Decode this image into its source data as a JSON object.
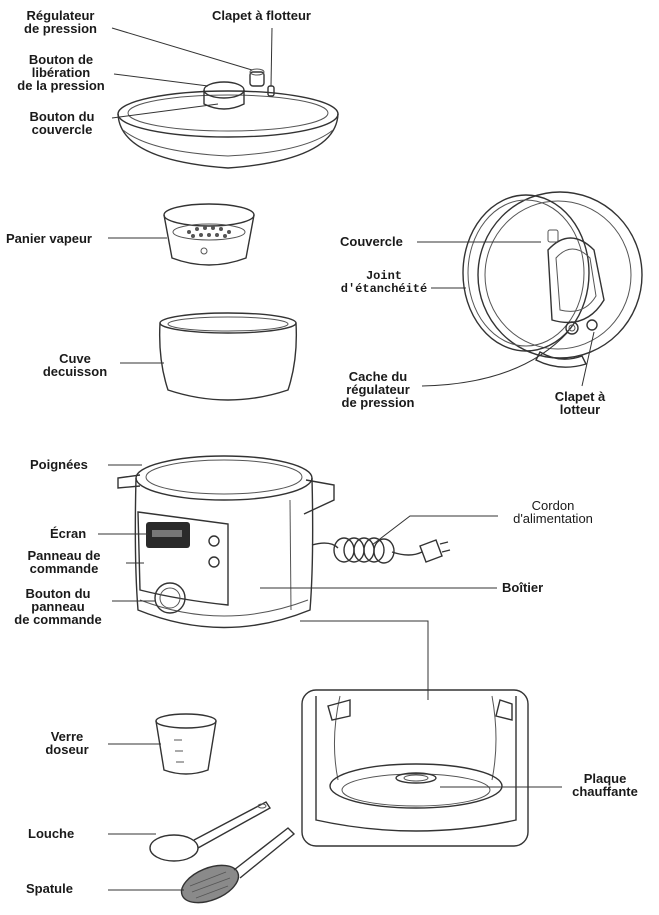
{
  "labels": {
    "regulateur_pression": [
      "Régulateur",
      "de pression"
    ],
    "clapet_flotteur_top": [
      "Clapet à flotteur"
    ],
    "bouton_liberation": [
      "Bouton de",
      "libération",
      "de la pression"
    ],
    "bouton_couvercle": [
      "Bouton du",
      "couvercle"
    ],
    "panier_vapeur": [
      "Panier vapeur"
    ],
    "couvercle": [
      "Couvercle"
    ],
    "joint": [
      "Joint",
      "d'étanchéité"
    ],
    "cuve": [
      "Cuve",
      "decuisson"
    ],
    "cache_regulateur": [
      "Cache du",
      "régulateur",
      "de pression"
    ],
    "clapet_lotteur": [
      "Clapet à",
      "lotteur"
    ],
    "poignees": [
      "Poignées"
    ],
    "ecran": [
      "Écran"
    ],
    "panneau_commande": [
      "Panneau de",
      "commande"
    ],
    "bouton_panneau": [
      "Bouton du",
      "panneau",
      "de commande"
    ],
    "cordon": [
      "Cordon",
      "d'alimentation"
    ],
    "boitier": [
      "Boîtier"
    ],
    "plaque": [
      "Plaque",
      "chauffante"
    ],
    "verre_doseur": [
      "Verre",
      "doseur"
    ],
    "louche": [
      "Louche"
    ],
    "spatule": [
      "Spatule"
    ]
  }
}
